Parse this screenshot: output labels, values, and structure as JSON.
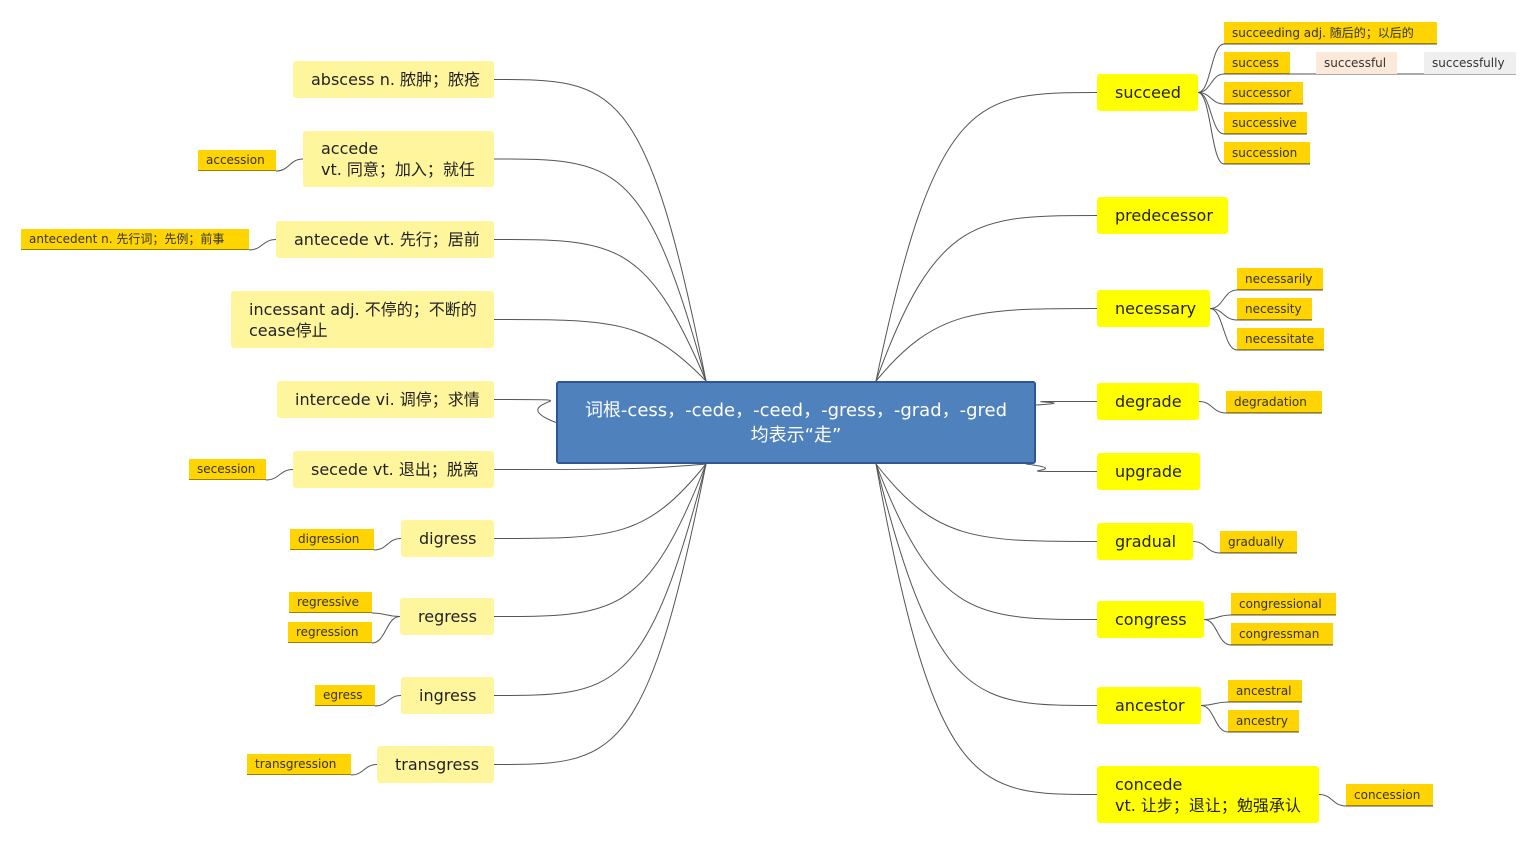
{
  "central": {
    "line1": "词根-cess，-cede，-ceed，-gress，-grad，-gred",
    "line2": "均表示“走”"
  },
  "left": {
    "abscess": "abscess n. 脓肿；脓疮",
    "accede_1": "accede",
    "accede_2": "vt. 同意；加入；就任",
    "accession": "accession",
    "antecede": "antecede vt. 先行；居前",
    "antecedent": "antecedent n. 先行词；先例；前事",
    "incessant_1": "incessant  adj. 不停的；不断的",
    "incessant_2": "cease停止",
    "intercede": "intercede vi. 调停；求情",
    "secede": "secede vt. 退出；脱离",
    "secession": "secession",
    "digress": "digress",
    "digression": "digression",
    "regress": "regress",
    "regressive": "regressive",
    "regression": "regression",
    "ingress": "ingress",
    "egress": "egress",
    "transgress": "transgress",
    "transgression": "transgression"
  },
  "right": {
    "succeed": "succeed",
    "succeeding": "succeeding adj. 随后的；以后的",
    "success": "success",
    "successful": "successful",
    "successfully": "successfully",
    "successor": "successor",
    "successive": "successive",
    "succession": "succession",
    "predecessor": "predecessor",
    "necessary": "necessary",
    "necessarily": "necessarily",
    "necessity": "necessity",
    "necessitate": "necessitate",
    "degrade": "degrade",
    "degradation": "degradation",
    "upgrade": "upgrade",
    "gradual": "gradual",
    "gradually": "gradually",
    "congress": "congress",
    "congressional": "congressional",
    "congressman": "congressman",
    "ancestor": "ancestor",
    "ancestral": "ancestral",
    "ancestry": "ancestry",
    "concede_1": "concede",
    "concede_2": "vt. 让步；退让；勉强承认",
    "concession": "concession"
  },
  "colors": {
    "central_fill": "#4f81bd",
    "left_topic_fill": "#fff59d",
    "right_topic_fill": "#ffff00",
    "leaf_fill": "#ffd400",
    "connector": "#555555"
  }
}
